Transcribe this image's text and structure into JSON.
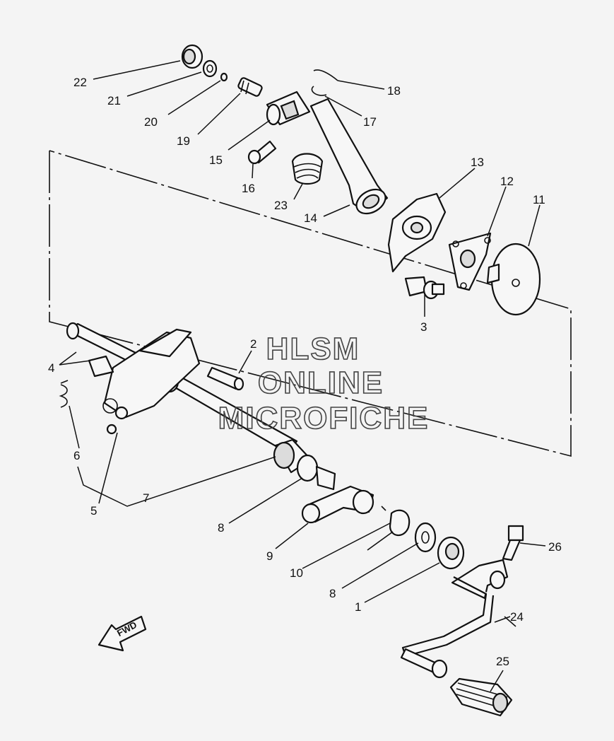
{
  "watermark": {
    "line1": "HLSM",
    "line2": "ONLINE",
    "line3": "MICROFICHE"
  },
  "direction_badge": "FWD",
  "callouts": [
    {
      "id": "c22",
      "text": "22"
    },
    {
      "id": "c21",
      "text": "21"
    },
    {
      "id": "c20",
      "text": "20"
    },
    {
      "id": "c19",
      "text": "19"
    },
    {
      "id": "c15",
      "text": "15"
    },
    {
      "id": "c16",
      "text": "16"
    },
    {
      "id": "c18",
      "text": "18"
    },
    {
      "id": "c17",
      "text": "17"
    },
    {
      "id": "c23",
      "text": "23"
    },
    {
      "id": "c14",
      "text": "14"
    },
    {
      "id": "c13",
      "text": "13"
    },
    {
      "id": "c12",
      "text": "12"
    },
    {
      "id": "c11",
      "text": "11"
    },
    {
      "id": "c3",
      "text": "3"
    },
    {
      "id": "c2",
      "text": "2"
    },
    {
      "id": "c4",
      "text": "4"
    },
    {
      "id": "c6",
      "text": "6"
    },
    {
      "id": "c5",
      "text": "5"
    },
    {
      "id": "c7",
      "text": "7"
    },
    {
      "id": "c8a",
      "text": "8"
    },
    {
      "id": "c9",
      "text": "9"
    },
    {
      "id": "c10",
      "text": "10"
    },
    {
      "id": "c8b",
      "text": "8"
    },
    {
      "id": "c1",
      "text": "1"
    },
    {
      "id": "c26",
      "text": "26"
    },
    {
      "id": "c24",
      "text": "24"
    },
    {
      "id": "c25",
      "text": "25"
    }
  ]
}
